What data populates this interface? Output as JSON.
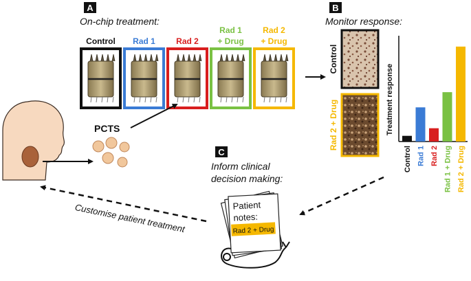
{
  "panel_a": {
    "label": "A",
    "title": "On-chip treatment:",
    "conditions": [
      {
        "line1": "Control",
        "line2": "",
        "color": "#111111"
      },
      {
        "line1": "Rad 1",
        "line2": "",
        "color": "#3a7bd5"
      },
      {
        "line1": "Rad 2",
        "line2": "",
        "color": "#d81e1e"
      },
      {
        "line1": "Rad 1",
        "line2": "+ Drug",
        "color": "#7ac143"
      },
      {
        "line1": "Rad 2",
        "line2": "+ Drug",
        "color": "#f5b800"
      }
    ]
  },
  "panel_b": {
    "label": "B",
    "title": "Monitor response:",
    "image_labels": [
      "Control",
      "Rad 2 + Drug"
    ],
    "chart_data": {
      "type": "bar",
      "categories": [
        "Control",
        "Rad 1",
        "Rad 2",
        "Rad 1 + Drug",
        "Rad 2 + Drug"
      ],
      "values": [
        0.06,
        0.36,
        0.14,
        0.52,
        1.0
      ],
      "colors": [
        "#111111",
        "#3a7bd5",
        "#d81e1e",
        "#7ac143",
        "#f5b800"
      ],
      "ylabel": "Treatment response",
      "xlabel": "",
      "ylim": [
        0,
        1.1
      ]
    }
  },
  "panel_c": {
    "label": "C",
    "title_line1": "Inform clinical",
    "title_line2": "decision making:",
    "notes_line1": "Patient",
    "notes_line2": "notes:",
    "notes_highlight": "Rad 2 + Drug"
  },
  "pcts_label": "PCTS",
  "feedback_label": "Customise patient treatment"
}
